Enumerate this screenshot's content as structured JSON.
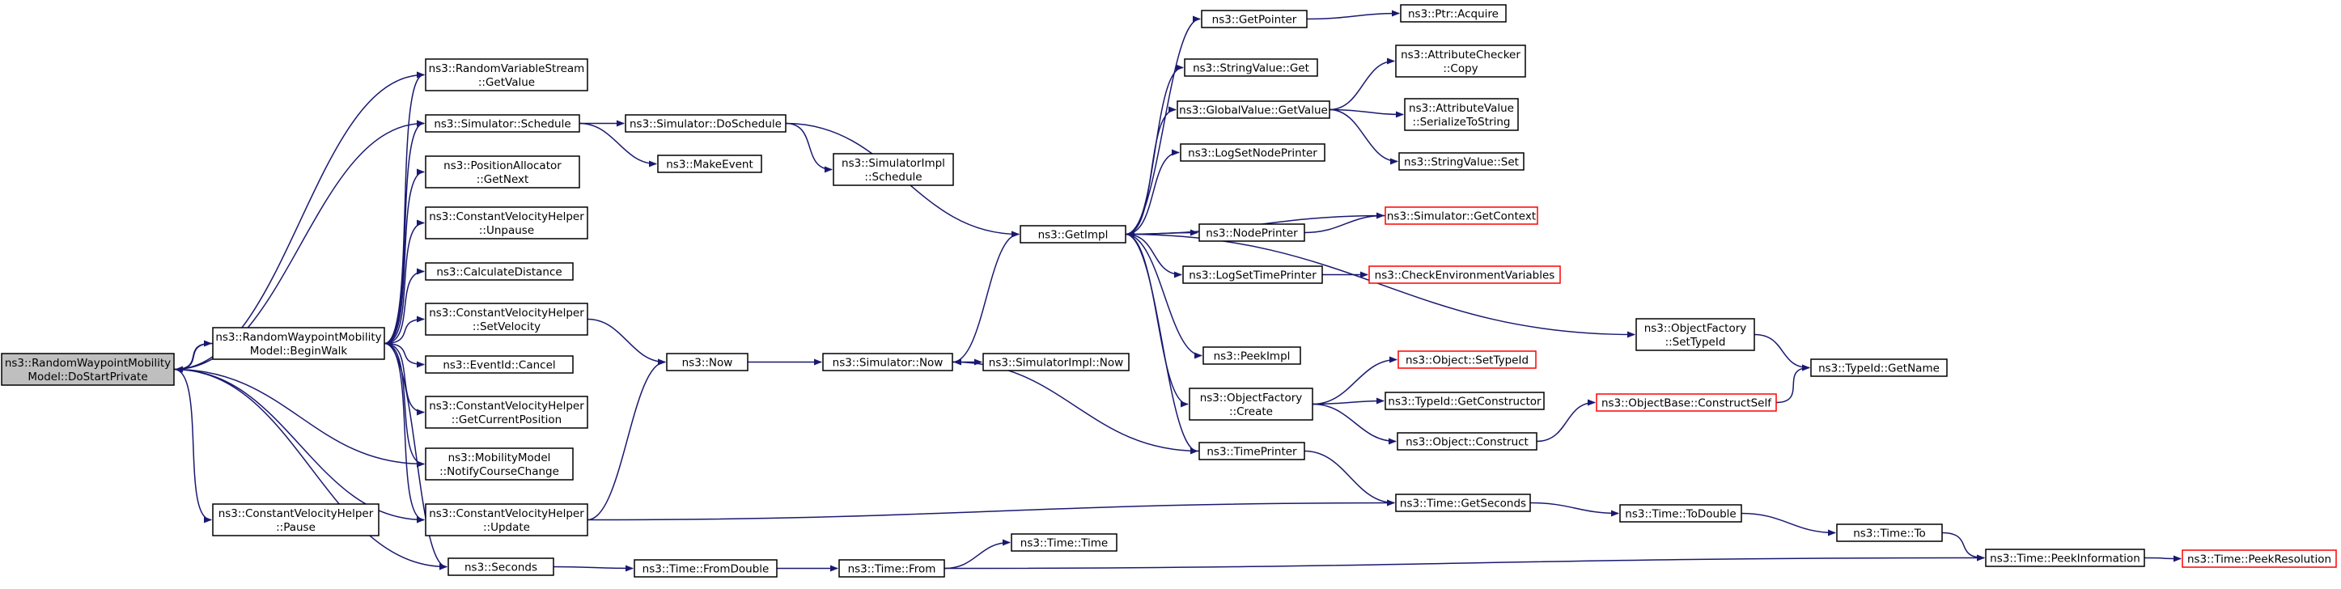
{
  "colors": {
    "edge": "#191970",
    "node_border": "#000000",
    "node_fill": "#ffffff",
    "root_fill": "#bfbfbf",
    "truncated_border": "#ff0000"
  },
  "nodes": [
    {
      "id": "dostart",
      "lines": [
        "ns3::RandomWaypointMobility",
        "Model::DoStartPrivate"
      ],
      "root": true
    },
    {
      "id": "beginwalk",
      "lines": [
        "ns3::RandomWaypointMobility",
        "Model::BeginWalk"
      ]
    },
    {
      "id": "cvpause",
      "lines": [
        "ns3::ConstantVelocityHelper",
        "::Pause"
      ]
    },
    {
      "id": "rvsgetvalue",
      "lines": [
        "ns3::RandomVariableStream",
        "::GetValue"
      ]
    },
    {
      "id": "simschedule",
      "lines": [
        "ns3::Simulator::Schedule"
      ]
    },
    {
      "id": "posalloc",
      "lines": [
        "ns3::PositionAllocator",
        "::GetNext"
      ]
    },
    {
      "id": "cvunpause",
      "lines": [
        "ns3::ConstantVelocityHelper",
        "::Unpause"
      ]
    },
    {
      "id": "calcdist",
      "lines": [
        "ns3::CalculateDistance"
      ]
    },
    {
      "id": "cvsetvel",
      "lines": [
        "ns3::ConstantVelocityHelper",
        "::SetVelocity"
      ]
    },
    {
      "id": "eventcancel",
      "lines": [
        "ns3::EventId::Cancel"
      ]
    },
    {
      "id": "cvgetpos",
      "lines": [
        "ns3::ConstantVelocityHelper",
        "::GetCurrentPosition"
      ]
    },
    {
      "id": "notifycourse",
      "lines": [
        "ns3::MobilityModel",
        "::NotifyCourseChange"
      ]
    },
    {
      "id": "cvupdate",
      "lines": [
        "ns3::ConstantVelocityHelper",
        "::Update"
      ]
    },
    {
      "id": "seconds",
      "lines": [
        "ns3::Seconds"
      ]
    },
    {
      "id": "doschedule",
      "lines": [
        "ns3::Simulator::DoSchedule"
      ]
    },
    {
      "id": "makeevent",
      "lines": [
        "ns3::MakeEvent"
      ]
    },
    {
      "id": "simimplschedule",
      "lines": [
        "ns3::SimulatorImpl",
        "::Schedule"
      ]
    },
    {
      "id": "now",
      "lines": [
        "ns3::Now"
      ]
    },
    {
      "id": "timefromdouble",
      "lines": [
        "ns3::Time::FromDouble"
      ]
    },
    {
      "id": "simnow",
      "lines": [
        "ns3::Simulator::Now"
      ]
    },
    {
      "id": "simimplnow",
      "lines": [
        "ns3::SimulatorImpl::Now"
      ]
    },
    {
      "id": "timefrom",
      "lines": [
        "ns3::Time::From"
      ]
    },
    {
      "id": "timetime",
      "lines": [
        "ns3::Time::Time"
      ]
    },
    {
      "id": "getimpl",
      "lines": [
        "ns3::GetImpl"
      ]
    },
    {
      "id": "getpointer",
      "lines": [
        "ns3::GetPointer"
      ]
    },
    {
      "id": "ptracquire",
      "lines": [
        "ns3::Ptr::Acquire"
      ]
    },
    {
      "id": "stringvalueget",
      "lines": [
        "ns3::StringValue::Get"
      ]
    },
    {
      "id": "globalgetvalue",
      "lines": [
        "ns3::GlobalValue::GetValue"
      ]
    },
    {
      "id": "attrcheckercopy",
      "lines": [
        "ns3::AttributeChecker",
        "::Copy"
      ]
    },
    {
      "id": "attrvaluestr",
      "lines": [
        "ns3::AttributeValue",
        "::SerializeToString"
      ]
    },
    {
      "id": "stringvalueset",
      "lines": [
        "ns3::StringValue::Set"
      ]
    },
    {
      "id": "logsetnodeprinter",
      "lines": [
        "ns3::LogSetNodePrinter"
      ]
    },
    {
      "id": "simgetcontext",
      "lines": [
        "ns3::Simulator::GetContext"
      ],
      "truncated": true
    },
    {
      "id": "nodeprinter",
      "lines": [
        "ns3::NodePrinter"
      ]
    },
    {
      "id": "logsettimeprinter",
      "lines": [
        "ns3::LogSetTimePrinter"
      ]
    },
    {
      "id": "checkenv",
      "lines": [
        "ns3::CheckEnvironmentVariables"
      ],
      "truncated": true
    },
    {
      "id": "objfactorysettypeid",
      "lines": [
        "ns3::ObjectFactory",
        "::SetTypeId"
      ]
    },
    {
      "id": "typeidgetname",
      "lines": [
        "ns3::TypeId::GetName"
      ]
    },
    {
      "id": "peekimpl",
      "lines": [
        "ns3::PeekImpl"
      ]
    },
    {
      "id": "objsettypeid",
      "lines": [
        "ns3::Object::SetTypeId"
      ],
      "truncated": true
    },
    {
      "id": "objfactorycreate",
      "lines": [
        "ns3::ObjectFactory",
        "::Create"
      ]
    },
    {
      "id": "typeidgetctor",
      "lines": [
        "ns3::TypeId::GetConstructor"
      ]
    },
    {
      "id": "objconstruct",
      "lines": [
        "ns3::Object::Construct"
      ]
    },
    {
      "id": "objbaseconstructself",
      "lines": [
        "ns3::ObjectBase::ConstructSelf"
      ],
      "truncated": true
    },
    {
      "id": "timeprinter",
      "lines": [
        "ns3::TimePrinter"
      ]
    },
    {
      "id": "timegetseconds",
      "lines": [
        "ns3::Time::GetSeconds"
      ]
    },
    {
      "id": "timetodouble",
      "lines": [
        "ns3::Time::ToDouble"
      ]
    },
    {
      "id": "timeto",
      "lines": [
        "ns3::Time::To"
      ]
    },
    {
      "id": "timepeekinfo",
      "lines": [
        "ns3::Time::PeekInformation"
      ]
    },
    {
      "id": "timepeekres",
      "lines": [
        "ns3::Time::PeekResolution"
      ],
      "truncated": true
    }
  ],
  "edges": [
    [
      "dostart",
      "beginwalk"
    ],
    [
      "beginwalk",
      "dostart"
    ],
    [
      "dostart",
      "rvsgetvalue"
    ],
    [
      "dostart",
      "simschedule"
    ],
    [
      "dostart",
      "notifycourse"
    ],
    [
      "dostart",
      "cvupdate"
    ],
    [
      "dostart",
      "cvpause"
    ],
    [
      "dostart",
      "seconds"
    ],
    [
      "beginwalk",
      "rvsgetvalue"
    ],
    [
      "beginwalk",
      "simschedule"
    ],
    [
      "beginwalk",
      "posalloc"
    ],
    [
      "beginwalk",
      "cvunpause"
    ],
    [
      "beginwalk",
      "calcdist"
    ],
    [
      "beginwalk",
      "cvsetvel"
    ],
    [
      "beginwalk",
      "eventcancel"
    ],
    [
      "beginwalk",
      "cvgetpos"
    ],
    [
      "beginwalk",
      "notifycourse"
    ],
    [
      "beginwalk",
      "cvupdate"
    ],
    [
      "beginwalk",
      "seconds"
    ],
    [
      "simschedule",
      "doschedule"
    ],
    [
      "simschedule",
      "makeevent"
    ],
    [
      "doschedule",
      "simimplschedule"
    ],
    [
      "doschedule",
      "getimpl"
    ],
    [
      "cvsetvel",
      "now"
    ],
    [
      "cvupdate",
      "now"
    ],
    [
      "cvupdate",
      "timegetseconds"
    ],
    [
      "now",
      "simnow"
    ],
    [
      "simnow",
      "simimplnow"
    ],
    [
      "simnow",
      "getimpl"
    ],
    [
      "seconds",
      "timefromdouble"
    ],
    [
      "timefromdouble",
      "timefrom"
    ],
    [
      "timefrom",
      "timetime"
    ],
    [
      "timefrom",
      "timepeekinfo"
    ],
    [
      "getimpl",
      "getpointer"
    ],
    [
      "getpointer",
      "ptracquire"
    ],
    [
      "getimpl",
      "stringvalueget"
    ],
    [
      "getimpl",
      "globalgetvalue"
    ],
    [
      "globalgetvalue",
      "attrcheckercopy"
    ],
    [
      "globalgetvalue",
      "attrvaluestr"
    ],
    [
      "globalgetvalue",
      "stringvalueset"
    ],
    [
      "getimpl",
      "logsetnodeprinter"
    ],
    [
      "getimpl",
      "nodeprinter"
    ],
    [
      "nodeprinter",
      "simgetcontext"
    ],
    [
      "simgetcontext",
      "getimpl"
    ],
    [
      "getimpl",
      "logsettimeprinter"
    ],
    [
      "logsettimeprinter",
      "checkenv"
    ],
    [
      "getimpl",
      "objfactorysettypeid"
    ],
    [
      "objfactorysettypeid",
      "typeidgetname"
    ],
    [
      "getimpl",
      "peekimpl"
    ],
    [
      "getimpl",
      "objfactorycreate"
    ],
    [
      "objfactorycreate",
      "objsettypeid"
    ],
    [
      "objfactorycreate",
      "typeidgetctor"
    ],
    [
      "objfactorycreate",
      "objconstruct"
    ],
    [
      "objconstruct",
      "objbaseconstructself"
    ],
    [
      "objbaseconstructself",
      "typeidgetname"
    ],
    [
      "getimpl",
      "timeprinter"
    ],
    [
      "timeprinter",
      "simnow"
    ],
    [
      "timeprinter",
      "timegetseconds"
    ],
    [
      "timegetseconds",
      "timetodouble"
    ],
    [
      "timetodouble",
      "timeto"
    ],
    [
      "timeto",
      "timepeekinfo"
    ],
    [
      "timepeekinfo",
      "timepeekres"
    ]
  ]
}
